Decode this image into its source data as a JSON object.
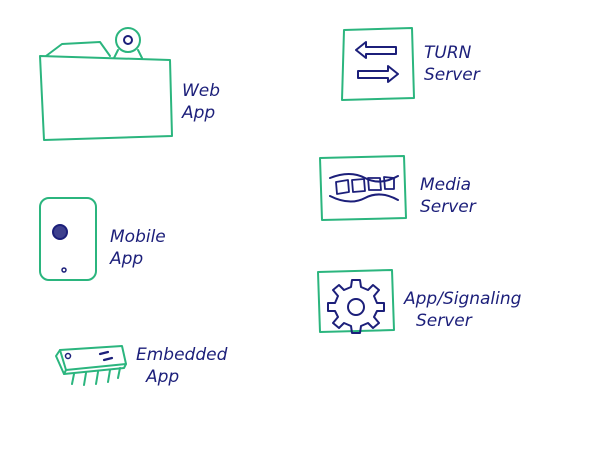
{
  "palette": {
    "ink": "#1c1f7a",
    "box": "#2bb57e",
    "fill": "#ffffff"
  },
  "left": {
    "web_app": {
      "line1": "Web",
      "line2": "App",
      "icon": "browser-window-with-webcam-icon"
    },
    "mobile_app": {
      "line1": "Mobile",
      "line2": "App",
      "icon": "smartphone-icon"
    },
    "embedded_app": {
      "line1": "Embedded",
      "line2": "App",
      "icon": "microchip-icon"
    }
  },
  "right": {
    "turn_server": {
      "line1": "TURN",
      "line2": "Server",
      "icon": "bidirectional-arrows-icon"
    },
    "media_server": {
      "line1": "Media",
      "line2": "Server",
      "icon": "media-film-wave-icon"
    },
    "signaling_server": {
      "line1": "App/Signaling",
      "line2": "Server",
      "icon": "gear-icon"
    }
  }
}
